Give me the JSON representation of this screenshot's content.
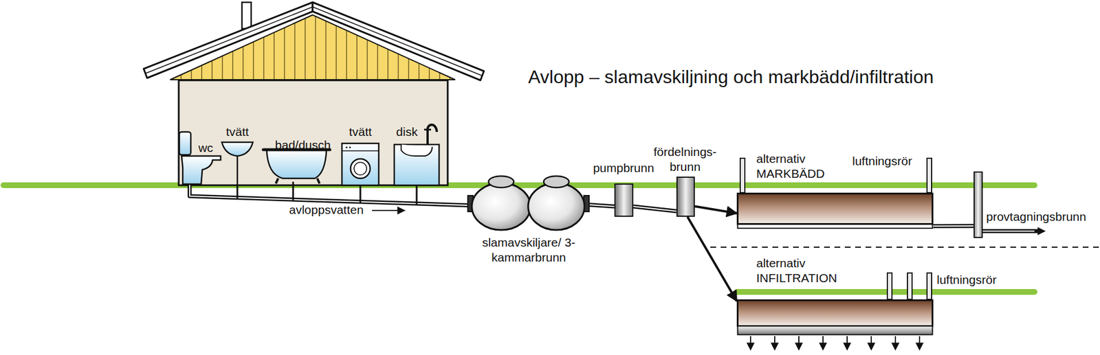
{
  "diagram": {
    "title": "Avlopp – slamavskiljning och markbädd/infiltration",
    "nodes": [
      {
        "text": [
          "slamavskiljare/ 3-kammarbrunn"
        ]
      },
      {
        "text": [
          "pumpbrunn"
        ]
      },
      {
        "text": [
          "fördelnings- brunn"
        ]
      },
      {
        "text": [
          "alternativ MARKBÄDD"
        ]
      },
      {
        "text": [
          "provtagningsbrunn"
        ]
      },
      {
        "text": [
          "alternativ INFILTRATION"
        ]
      }
    ],
    "edges": [
      {
        "from": 0,
        "to": 1,
        "arrow": "none"
      },
      {
        "from": 1,
        "to": 2,
        "arrow": "none"
      },
      {
        "from": 2,
        "to": 3,
        "arrow": "to"
      },
      {
        "from": 2,
        "to": 5,
        "arrow": "to"
      },
      {
        "from": 3,
        "to": 4,
        "arrow": "none"
      }
    ],
    "labels": [
      "wc",
      "tvätt",
      "bad/dusch",
      "tvätt",
      "disk",
      "avloppsvatten",
      "luftningsrör",
      "luftningsrör"
    ]
  }
}
